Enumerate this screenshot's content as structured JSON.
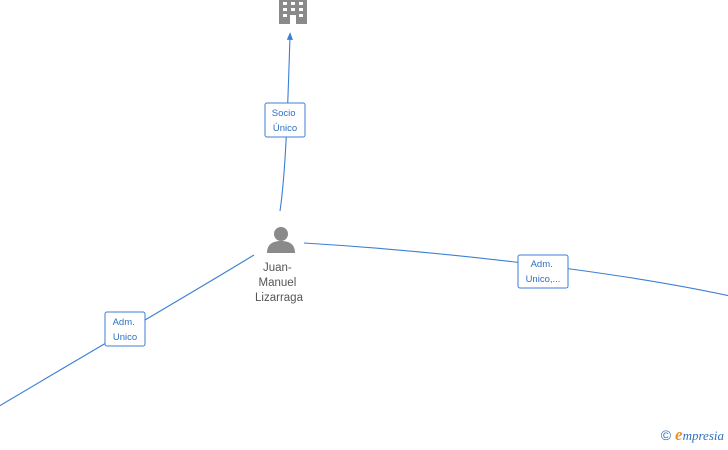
{
  "diagram": {
    "person": {
      "label_lines": [
        "Juan-",
        "Manuel",
        "Lizarraga"
      ],
      "icon": "person-icon"
    },
    "company": {
      "icon": "building-icon"
    },
    "edges": [
      {
        "id": "socio",
        "label_lines": [
          "Socio",
          "Único"
        ]
      },
      {
        "id": "adm-right",
        "label_lines": [
          "Adm.",
          "Unico,..."
        ]
      },
      {
        "id": "adm-left",
        "label_lines": [
          "Adm.",
          "Unico"
        ]
      }
    ]
  },
  "brand": {
    "copyright": "©",
    "mark": "e",
    "name": "mpresia"
  },
  "colors": {
    "edge": "#3b7fd4",
    "icon": "#8a8a8a",
    "label": "#555555",
    "brand_accent": "#e8902a"
  }
}
